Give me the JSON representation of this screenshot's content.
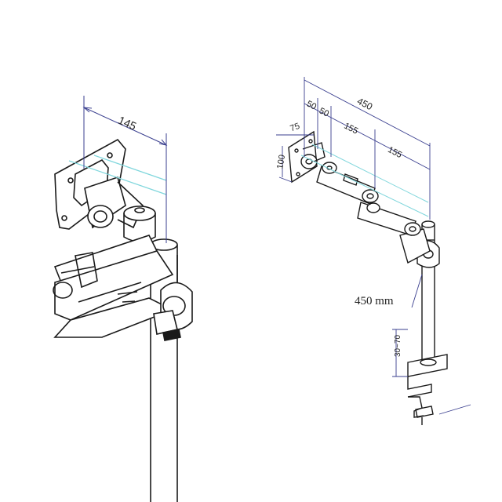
{
  "left_detail": {
    "width_dimension": "145"
  },
  "right_overview": {
    "total_reach": "450",
    "segment_50_a": "50",
    "segment_50_b": "50",
    "segment_155_a": "155",
    "segment_155_b": "155",
    "vesa_75": "75",
    "vesa_100": "100",
    "pole_height": "450 mm",
    "clamp_range": "30~70"
  },
  "colors": {
    "line": "#1a1a1a",
    "dimension": "#3a3f8f",
    "vesa_guide": "#7fd6dc"
  }
}
